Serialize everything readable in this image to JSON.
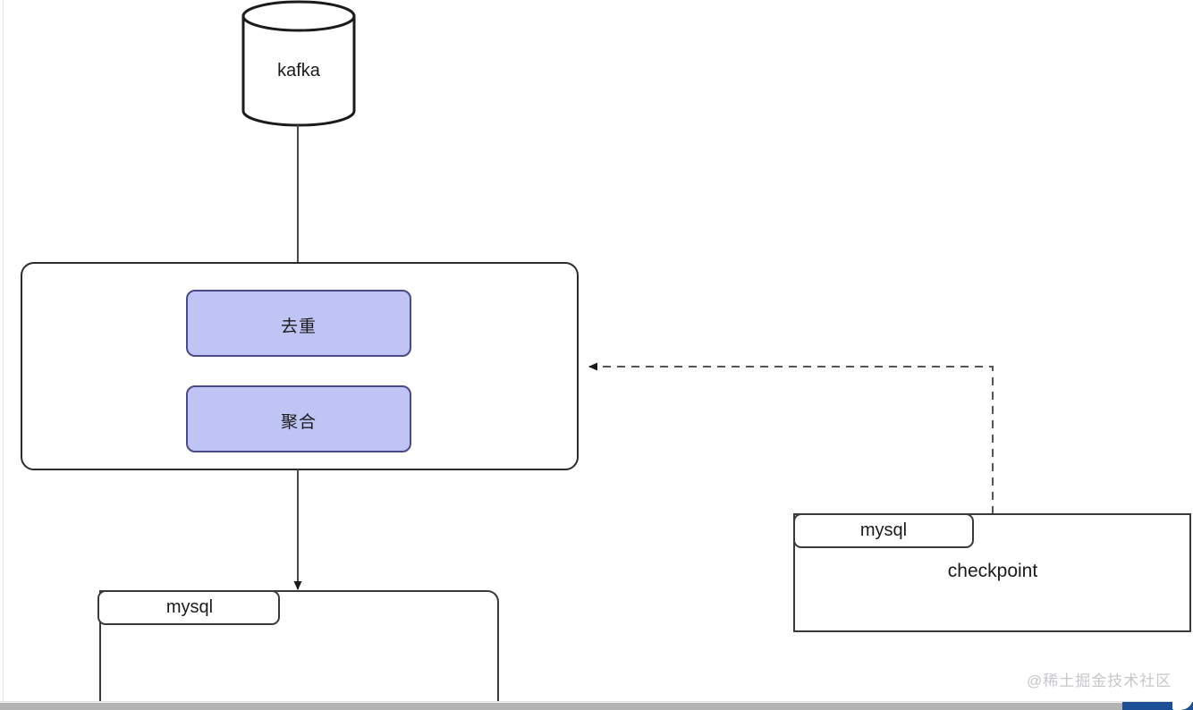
{
  "diagram": {
    "title": "flink-streaming-checkpoint-dataflow",
    "colors": {
      "stroke": "#1b1b1b",
      "process_fill": "#bfc4f5",
      "process_stroke": "#4a4a8a",
      "container_stroke": "#2b2b2b",
      "dashed_stroke": "#555555",
      "watermark": "#c7c7cc",
      "scrollbar_accent": "#1b4f96"
    },
    "source": {
      "name": "kafka",
      "shape": "cylinder",
      "label": "kafka"
    },
    "processing_container": {
      "name": "stream-processing-container",
      "shape": "rounded-rect",
      "steps": [
        {
          "id": "dedupe",
          "label": "去重"
        },
        {
          "id": "aggregate",
          "label": "聚合"
        }
      ]
    },
    "sinks": [
      {
        "id": "mysql-output",
        "tab_label": "mysql",
        "body_label": "",
        "shape": "tabbed-rect"
      },
      {
        "id": "mysql-checkpoint",
        "tab_label": "mysql",
        "body_label": "checkpoint",
        "shape": "tabbed-rect"
      }
    ],
    "edges": [
      {
        "id": "kafka-to-processing",
        "from": "kafka",
        "to": "stream-processing-container",
        "style": "solid",
        "arrowhead": "none"
      },
      {
        "id": "processing-to-mysql",
        "from": "stream-processing-container",
        "to": "mysql-output",
        "style": "solid",
        "arrowhead": "end"
      },
      {
        "id": "checkpoint-to-processing",
        "from": "mysql-checkpoint",
        "to": "stream-processing-container",
        "style": "dashed",
        "arrowhead": "end"
      }
    ]
  },
  "watermark": {
    "text": "@稀土掘金技术社区"
  },
  "scrollbar": {
    "orientation": "horizontal"
  }
}
